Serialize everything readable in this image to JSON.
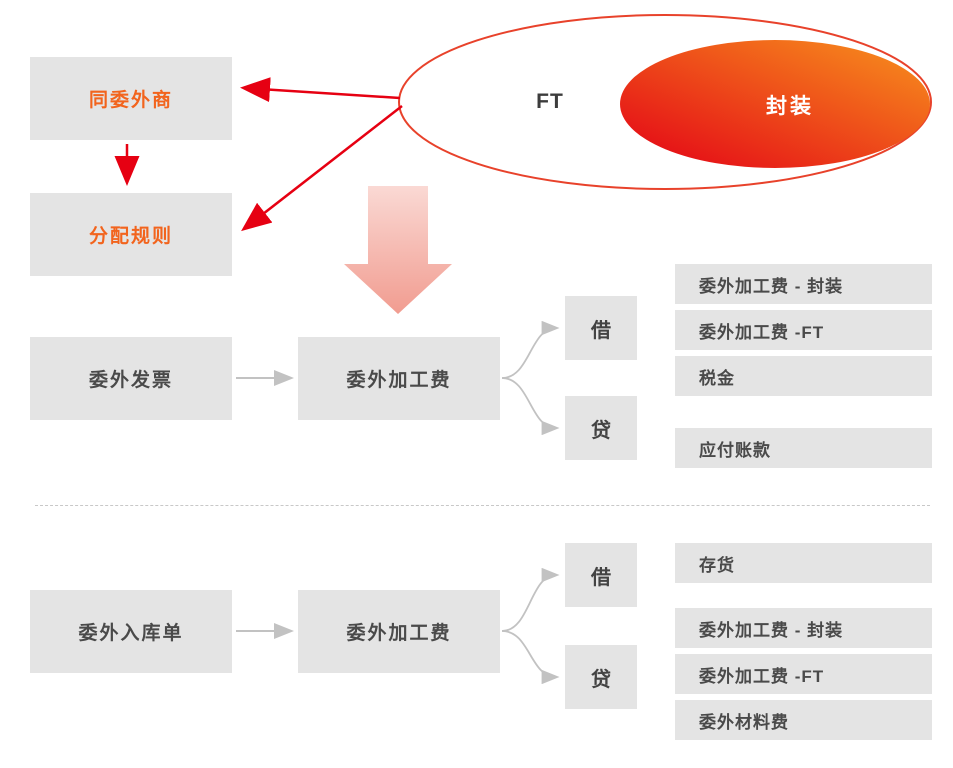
{
  "top_section": {
    "vendor_box_label": "同委外商",
    "rule_box_label": "分配规则",
    "ellipse": {
      "outer_label": "FT",
      "inner_label": "封装"
    }
  },
  "invoice_flow": {
    "source_label": "委外发票",
    "fee_label": "委外加工费",
    "debit_label": "借",
    "credit_label": "贷",
    "debit_items": [
      "委外加工费 - 封装",
      "委外加工费 -FT",
      "税金"
    ],
    "credit_items": [
      "应付账款"
    ]
  },
  "receipt_flow": {
    "source_label": "委外入库单",
    "fee_label": "委外加工费",
    "debit_label": "借",
    "credit_label": "贷",
    "debit_items": [
      "存货"
    ],
    "credit_items": [
      "委外加工费 - 封装",
      "委外加工费 -FT",
      "委外材料费"
    ]
  },
  "colors": {
    "accent_orange_text": "#f2641d",
    "arrow_red": "#e60012",
    "box_gray": "#e4e4e4",
    "connector_gray": "#c2c2c2",
    "inner_ellipse_gradient_start": "#e30016",
    "inner_ellipse_gradient_end": "#f8941d",
    "big_arrow_pink_top": "#fad9d4",
    "big_arrow_pink_bottom": "#f19c90",
    "text_dark": "#4a4a4a"
  }
}
